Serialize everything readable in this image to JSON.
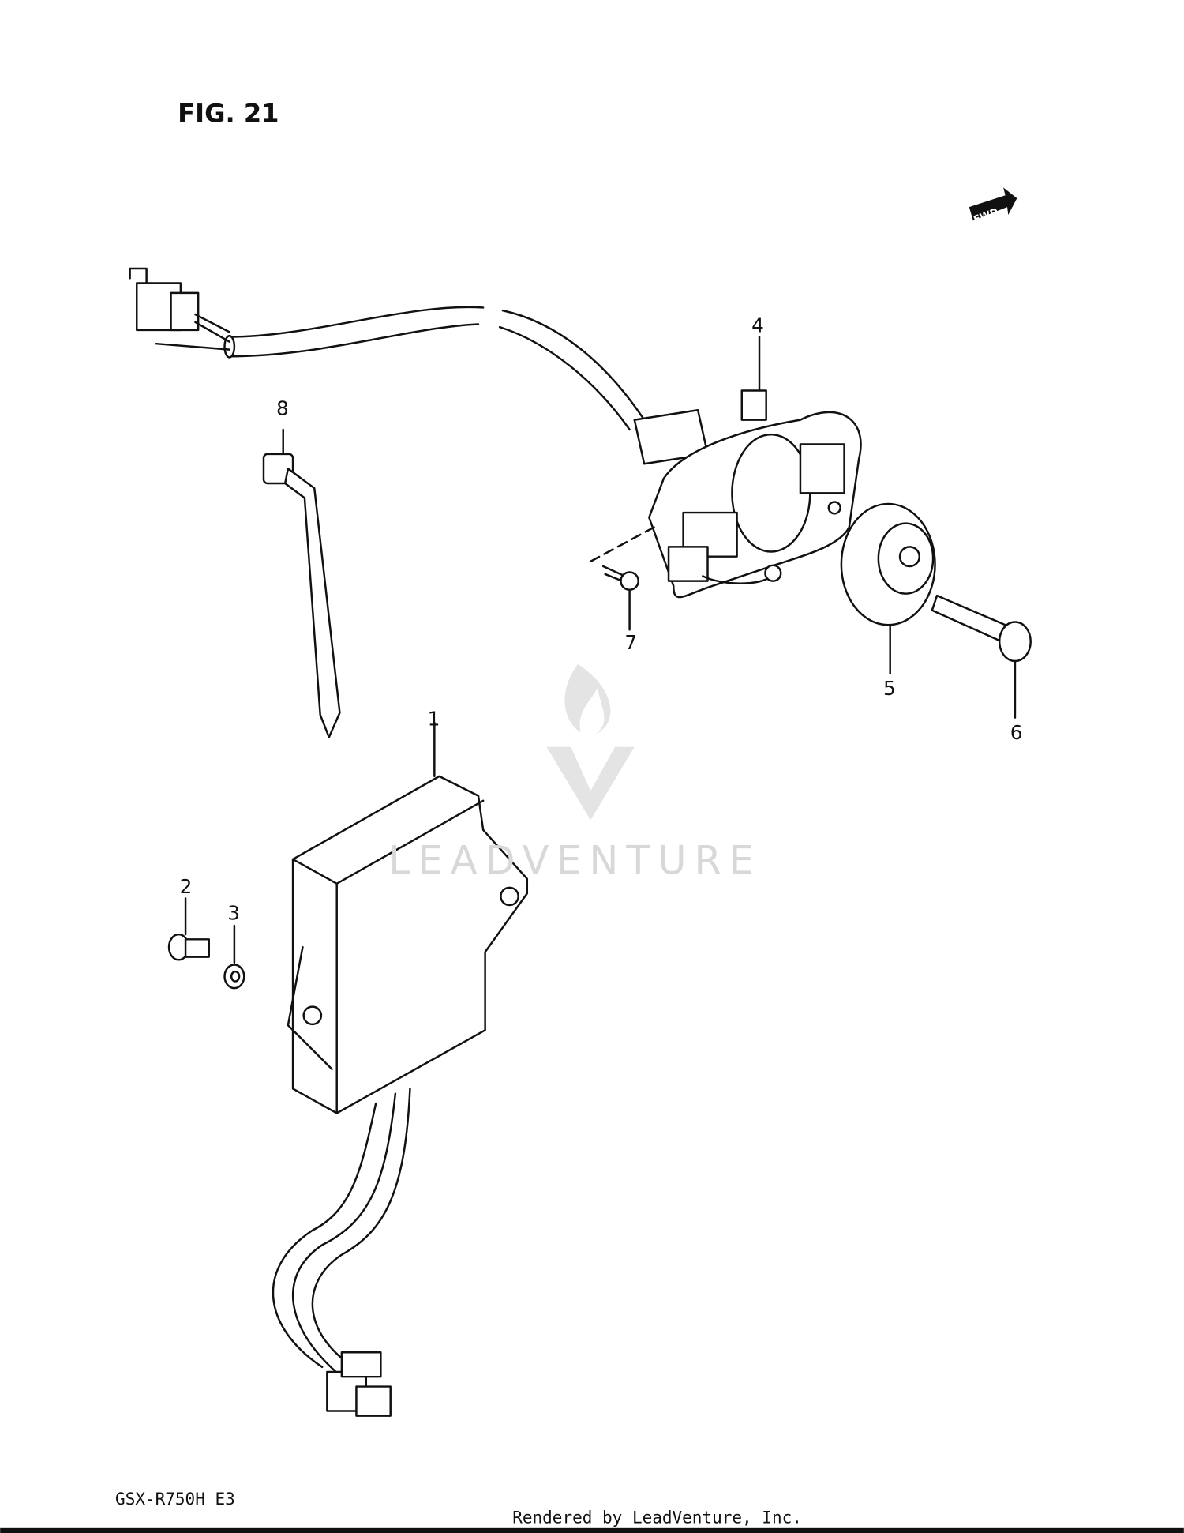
{
  "figure_title": "FIG. 21",
  "direction_marker": "FWD",
  "model_code": "GSX-R750H E3",
  "footer": "Rendered by LeadVenture, Inc.",
  "watermark": "LEADVENTURE",
  "callouts": [
    "1",
    "2",
    "3",
    "4",
    "5",
    "6",
    "7",
    "8"
  ]
}
